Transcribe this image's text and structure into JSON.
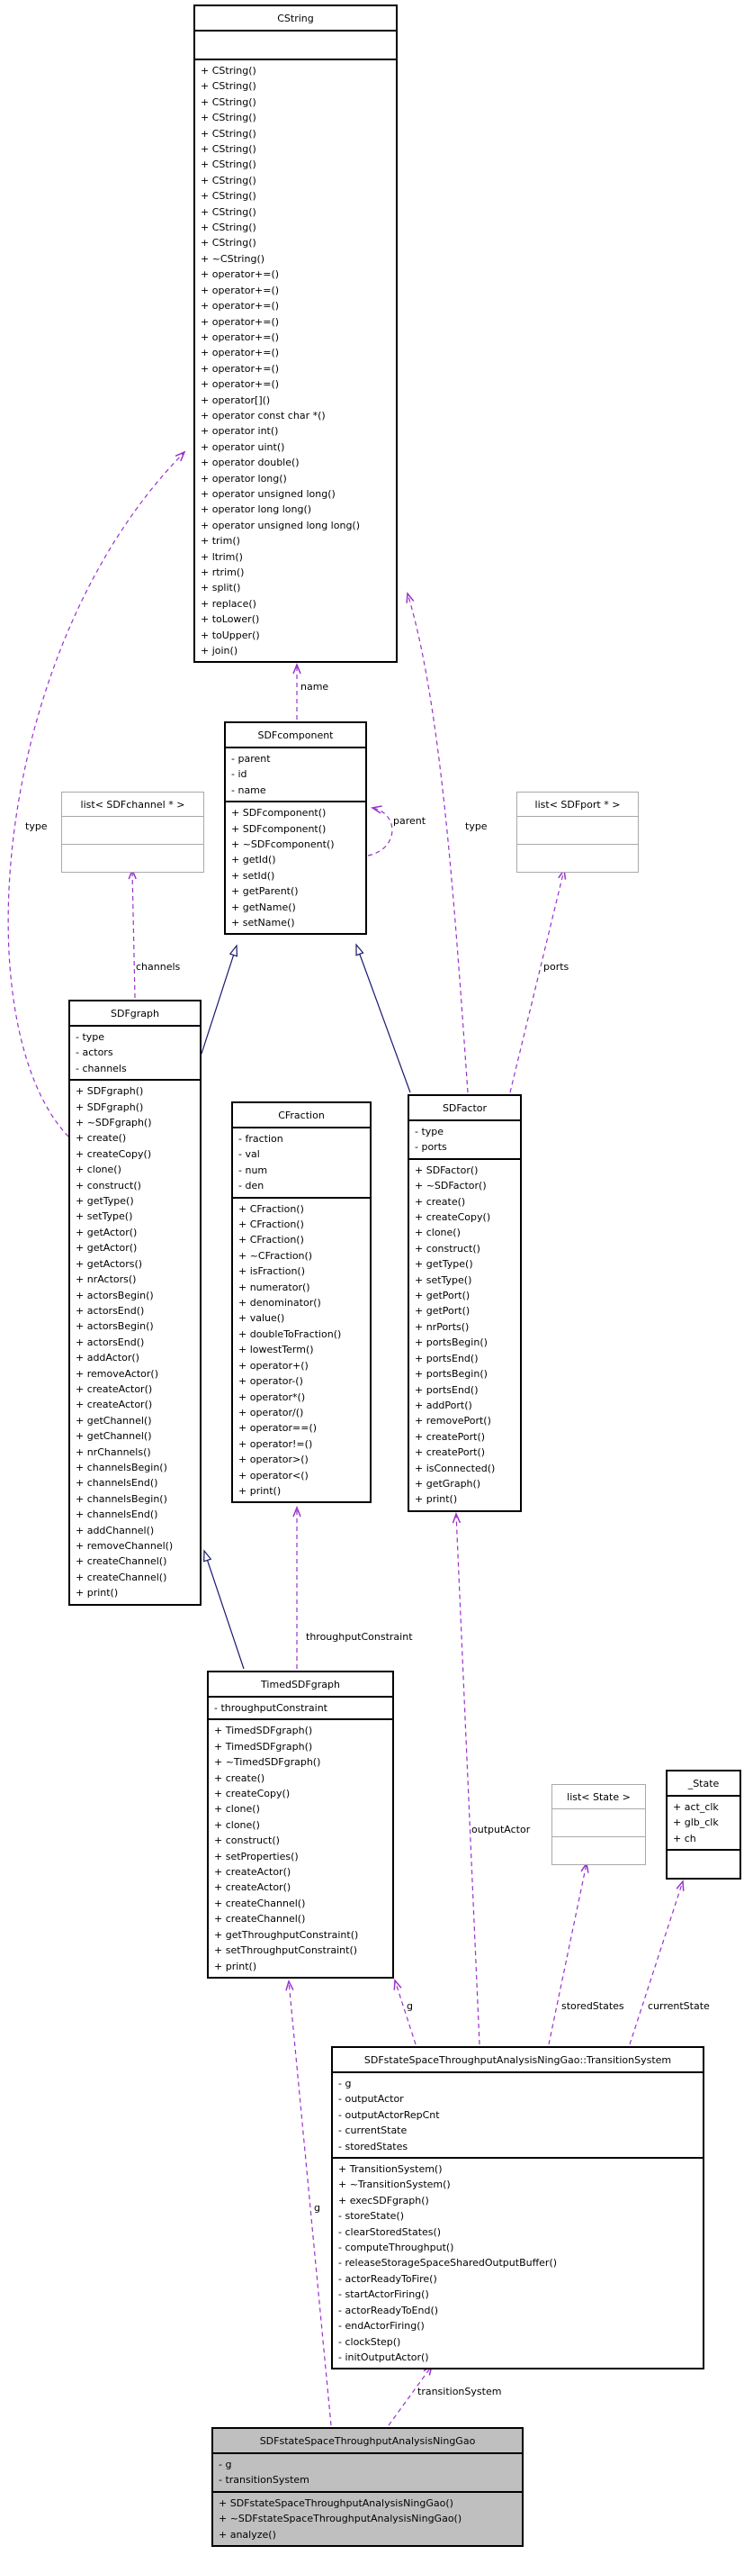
{
  "diagram": {
    "title": "Collaboration diagram for SDFstateSpaceThroughputAnalysisNingGao",
    "colors": {
      "background": "#ffffff",
      "class_border": "#000000",
      "template_class_border": "#a9a9a9",
      "highlighted_class_fill": "#bfbfbf",
      "inheritance_edge": "#191970",
      "usage_edge": "#9932cc",
      "text": "#000000"
    },
    "classes": [
      {
        "id": "cstring",
        "title": "CString",
        "attributes": [],
        "methods": [
          "+ CString()",
          "+ CString()",
          "+ CString()",
          "+ CString()",
          "+ CString()",
          "+ CString()",
          "+ CString()",
          "+ CString()",
          "+ CString()",
          "+ CString()",
          "+ CString()",
          "+ CString()",
          "+ ~CString()",
          "+ operator+=()",
          "+ operator+=()",
          "+ operator+=()",
          "+ operator+=()",
          "+ operator+=()",
          "+ operator+=()",
          "+ operator+=()",
          "+ operator+=()",
          "+ operator[]()",
          "+ operator const char *()",
          "+ operator int()",
          "+ operator uint()",
          "+ operator double()",
          "+ operator long()",
          "+ operator unsigned long()",
          "+ operator long long()",
          "+ operator unsigned long long()",
          "+ trim()",
          "+ ltrim()",
          "+ rtrim()",
          "+ split()",
          "+ replace()",
          "+ toLower()",
          "+ toUpper()",
          "+ join()"
        ]
      },
      {
        "id": "sdfcomponent",
        "title": "SDFcomponent",
        "attributes": [
          "- parent",
          "- id",
          "- name"
        ],
        "methods": [
          "+ SDFcomponent()",
          "+ SDFcomponent()",
          "+ ~SDFcomponent()",
          "+ getId()",
          "+ setId()",
          "+ getParent()",
          "+ getName()",
          "+ setName()"
        ]
      },
      {
        "id": "list-sdfchannel",
        "title": "list< SDFchannel * >",
        "attributes": [],
        "methods": []
      },
      {
        "id": "list-sdfport",
        "title": "list< SDFport * >",
        "attributes": [],
        "methods": []
      },
      {
        "id": "sdfgraph",
        "title": "SDFgraph",
        "attributes": [
          "- type",
          "- actors",
          "- channels"
        ],
        "methods": [
          "+ SDFgraph()",
          "+ SDFgraph()",
          "+ ~SDFgraph()",
          "+ create()",
          "+ createCopy()",
          "+ clone()",
          "+ construct()",
          "+ getType()",
          "+ setType()",
          "+ getActor()",
          "+ getActor()",
          "+ getActors()",
          "+ nrActors()",
          "+ actorsBegin()",
          "+ actorsEnd()",
          "+ actorsBegin()",
          "+ actorsEnd()",
          "+ addActor()",
          "+ removeActor()",
          "+ createActor()",
          "+ createActor()",
          "+ getChannel()",
          "+ getChannel()",
          "+ nrChannels()",
          "+ channelsBegin()",
          "+ channelsEnd()",
          "+ channelsBegin()",
          "+ channelsEnd()",
          "+ addChannel()",
          "+ removeChannel()",
          "+ createChannel()",
          "+ createChannel()",
          "+ print()"
        ]
      },
      {
        "id": "cfraction",
        "title": "CFraction",
        "attributes": [
          "- fraction",
          "- val",
          "- num",
          "- den"
        ],
        "methods": [
          "+ CFraction()",
          "+ CFraction()",
          "+ CFraction()",
          "+ ~CFraction()",
          "+ isFraction()",
          "+ numerator()",
          "+ denominator()",
          "+ value()",
          "+ doubleToFraction()",
          "+ lowestTerm()",
          "+ operator+()",
          "+ operator-()",
          "+ operator*()",
          "+ operator/()",
          "+ operator==()",
          "+ operator!=()",
          "+ operator>()",
          "+ operator<()",
          "+ print()"
        ]
      },
      {
        "id": "sdfactor",
        "title": "SDFactor",
        "attributes": [
          "- type",
          "- ports"
        ],
        "methods": [
          "+ SDFactor()",
          "+ ~SDFactor()",
          "+ create()",
          "+ createCopy()",
          "+ clone()",
          "+ construct()",
          "+ getType()",
          "+ setType()",
          "+ getPort()",
          "+ getPort()",
          "+ nrPorts()",
          "+ portsBegin()",
          "+ portsEnd()",
          "+ portsBegin()",
          "+ portsEnd()",
          "+ addPort()",
          "+ removePort()",
          "+ createPort()",
          "+ createPort()",
          "+ isConnected()",
          "+ getGraph()",
          "+ print()"
        ]
      },
      {
        "id": "timedsdfgraph",
        "title": "TimedSDFgraph",
        "attributes": [
          "- throughputConstraint"
        ],
        "methods": [
          "+ TimedSDFgraph()",
          "+ TimedSDFgraph()",
          "+ ~TimedSDFgraph()",
          "+ create()",
          "+ createCopy()",
          "+ clone()",
          "+ clone()",
          "+ construct()",
          "+ setProperties()",
          "+ createActor()",
          "+ createActor()",
          "+ createChannel()",
          "+ createChannel()",
          "+ getThroughputConstraint()",
          "+ setThroughputConstraint()",
          "+ print()"
        ]
      },
      {
        "id": "list-state",
        "title": "list< State >",
        "attributes": [],
        "methods": []
      },
      {
        "id": "state",
        "title": "_State",
        "attributes": [
          "+ act_clk",
          "+ glb_clk",
          "+ ch"
        ],
        "methods": []
      },
      {
        "id": "transitionsystem",
        "title": "SDFstateSpaceThroughputAnalysisNingGao::TransitionSystem",
        "attributes": [
          "- g",
          "- outputActor",
          "- outputActorRepCnt",
          "- currentState",
          "- storedStates"
        ],
        "methods": [
          "+ TransitionSystem()",
          "+ ~TransitionSystem()",
          "+ execSDFgraph()",
          "- storeState()",
          "- clearStoredStates()",
          "- computeThroughput()",
          "- releaseStorageSpaceSharedOutputBuffer()",
          "- actorReadyToFire()",
          "- startActorFiring()",
          "- actorReadyToEnd()",
          "- endActorFiring()",
          "- clockStep()",
          "- initOutputActor()"
        ]
      },
      {
        "id": "ninggao",
        "title": "SDFstateSpaceThroughputAnalysisNingGao",
        "attributes": [
          "- g",
          "- transitionSystem"
        ],
        "methods": [
          "+ SDFstateSpaceThroughputAnalysisNingGao()",
          "+ ~SDFstateSpaceThroughputAnalysisNingGao()",
          "+ analyze()"
        ]
      }
    ],
    "edges": [
      {
        "label": "name",
        "kind": "usage",
        "from": "SDFcomponent",
        "to": "CString"
      },
      {
        "label": "parent",
        "kind": "usage",
        "from": "SDFcomponent",
        "to": "SDFcomponent"
      },
      {
        "label": "type",
        "kind": "usage",
        "from": "SDFgraph",
        "to": "CString"
      },
      {
        "label": "channels",
        "kind": "usage",
        "from": "SDFgraph",
        "to": "list< SDFchannel * >"
      },
      {
        "label": "ports",
        "kind": "usage",
        "from": "SDFactor",
        "to": "list< SDFport * >"
      },
      {
        "label": "type",
        "kind": "usage",
        "from": "SDFactor",
        "to": "CString"
      },
      {
        "label": "throughputConstraint",
        "kind": "usage",
        "from": "TimedSDFgraph",
        "to": "CFraction"
      },
      {
        "label": "outputActor",
        "kind": "usage",
        "from": "TransitionSystem",
        "to": "SDFactor"
      },
      {
        "label": "g",
        "kind": "usage",
        "from": "TransitionSystem",
        "to": "TimedSDFgraph"
      },
      {
        "label": "storedStates",
        "kind": "usage",
        "from": "TransitionSystem",
        "to": "list< State >"
      },
      {
        "label": "currentState",
        "kind": "usage",
        "from": "TransitionSystem",
        "to": "_State"
      },
      {
        "label": "g",
        "kind": "usage",
        "from": "SDFstateSpaceThroughputAnalysisNingGao",
        "to": "TimedSDFgraph"
      },
      {
        "label": "transitionSystem",
        "kind": "usage",
        "from": "SDFstateSpaceThroughputAnalysisNingGao",
        "to": "TransitionSystem"
      },
      {
        "label": "",
        "kind": "inheritance",
        "from": "SDFgraph",
        "to": "SDFcomponent"
      },
      {
        "label": "",
        "kind": "inheritance",
        "from": "SDFactor",
        "to": "SDFcomponent"
      },
      {
        "label": "",
        "kind": "inheritance",
        "from": "TimedSDFgraph",
        "to": "SDFgraph"
      }
    ]
  }
}
